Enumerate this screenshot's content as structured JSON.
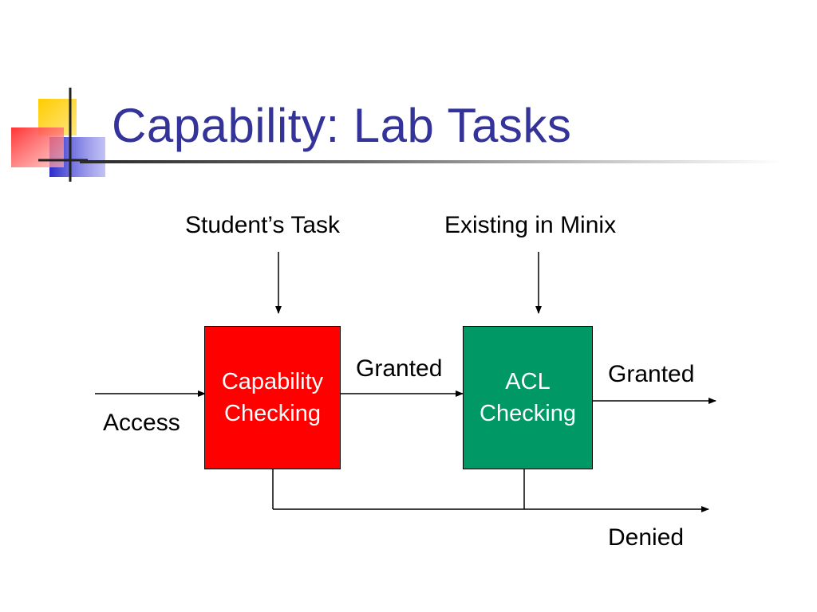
{
  "title": "Capability: Lab Tasks",
  "colors": {
    "title": "#333399",
    "capability_box": "#ff0000",
    "acl_box": "#009966",
    "logo_yellow": "#ffcc00",
    "logo_blue": "#3333cc",
    "logo_red": "#ff3333"
  },
  "diagram": {
    "students_task_label": "Student’s Task",
    "existing_minix_label": "Existing in Minix",
    "access_label": "Access",
    "granted_label_1": "Granted",
    "granted_label_2": "Granted",
    "denied_label": "Denied",
    "capability_box": {
      "line1": "Capability",
      "line2": "Checking"
    },
    "acl_box": {
      "line1": "ACL",
      "line2": "Checking"
    }
  }
}
